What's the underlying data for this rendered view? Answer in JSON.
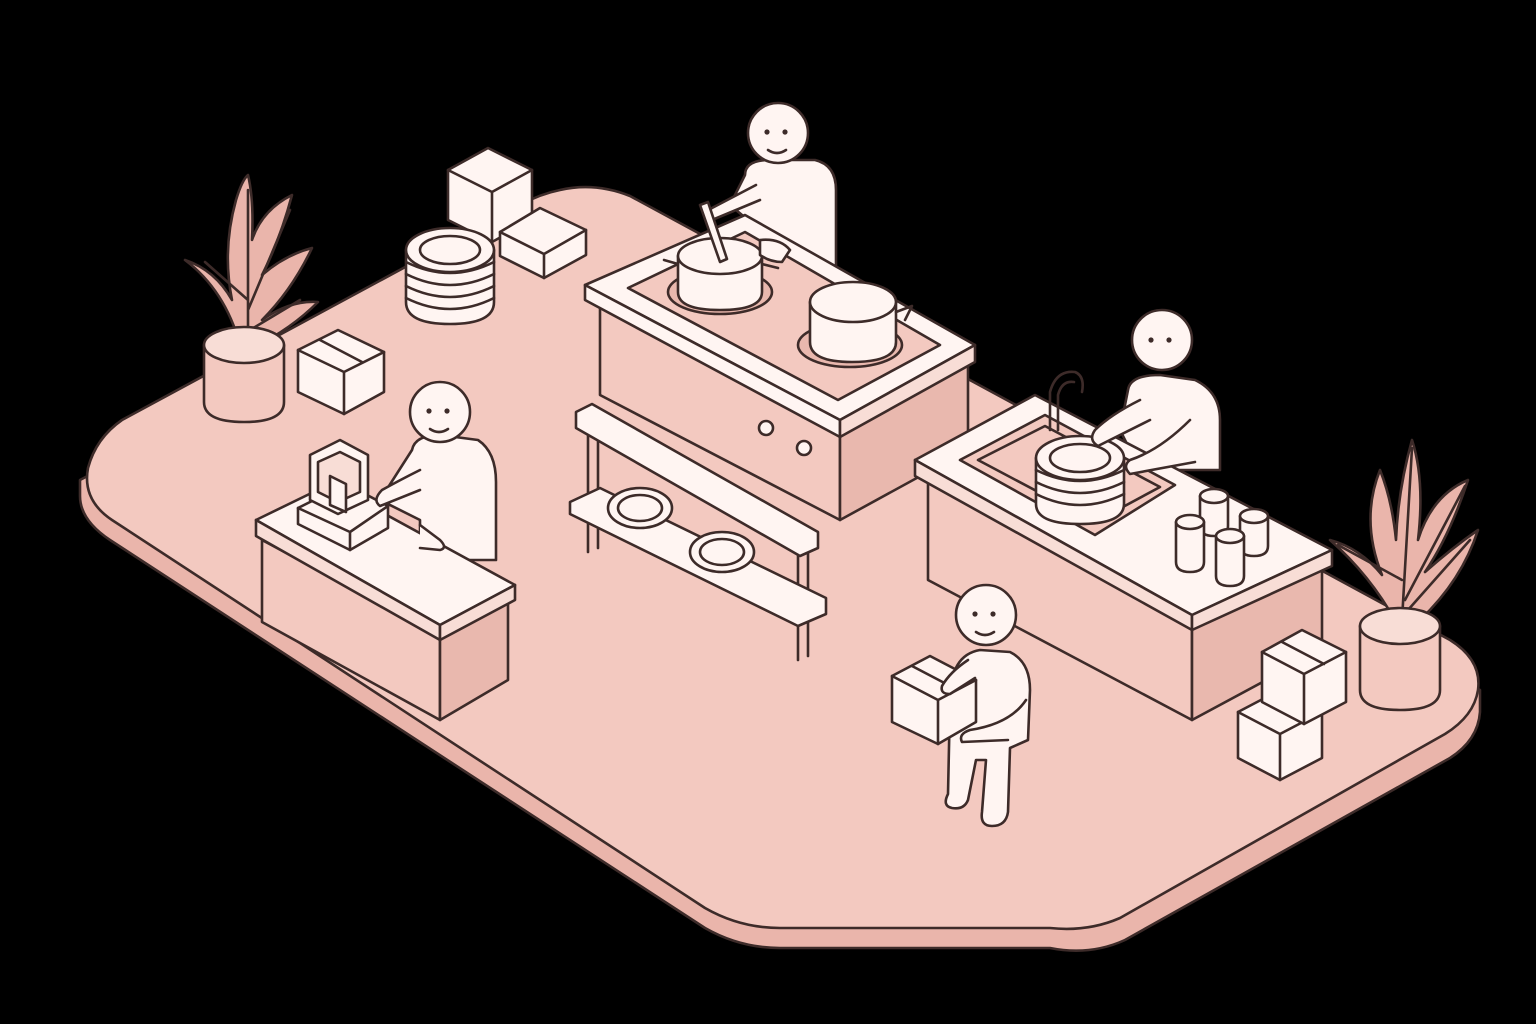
{
  "scene": {
    "background": "#000000",
    "floor_color": "#f3c9c0",
    "surface_color": "#fff5f2",
    "line_color": "#3d2b29",
    "figures": [
      "cook-figure",
      "cashier-figure",
      "dishwasher-figure",
      "carrier-figure"
    ],
    "objects": [
      "cooking-station",
      "cash-register-counter",
      "sink-counter",
      "plate-rack",
      "plant-icon",
      "box-icon",
      "plate-stack-icon",
      "cup-icon"
    ]
  }
}
